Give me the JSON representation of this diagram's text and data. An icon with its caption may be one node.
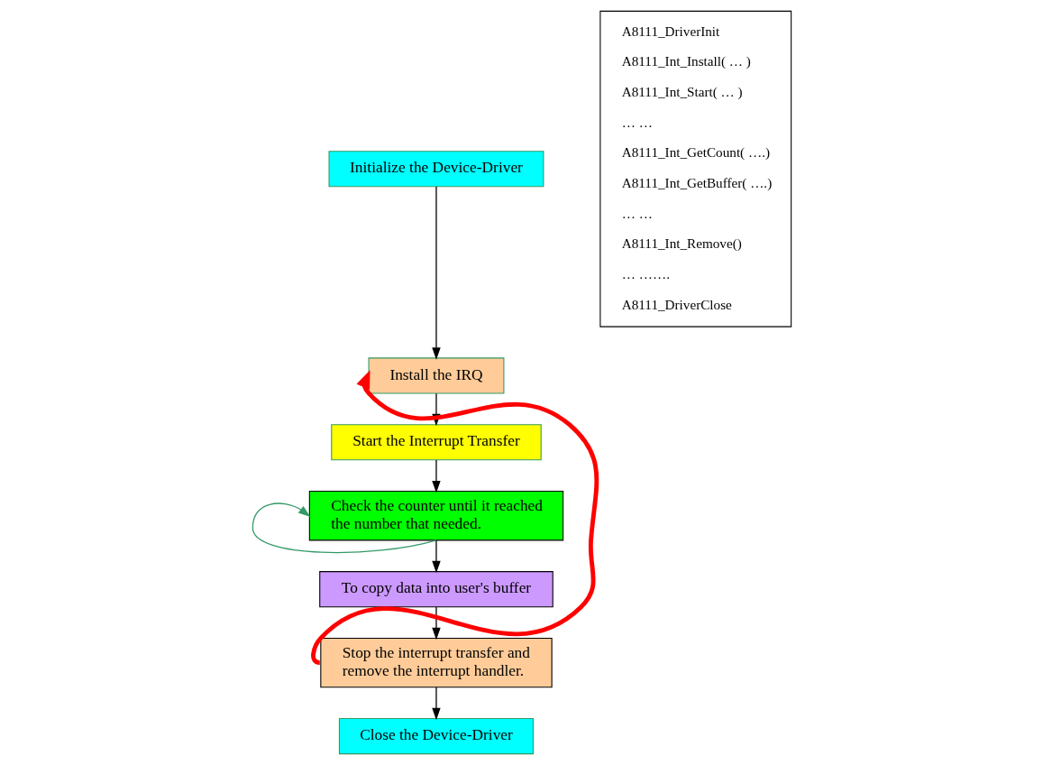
{
  "diagram": {
    "nodes": [
      {
        "text": [
          "Initialize the Device-Driver"
        ]
      },
      {
        "text": [
          "Install the IRQ"
        ]
      },
      {
        "text": [
          "Start the Interrupt Transfer"
        ]
      },
      {
        "text": [
          "Check the counter until it reached the number that needed."
        ]
      },
      {
        "text": [
          "To copy data into user's buffer"
        ]
      },
      {
        "text": [
          "Stop the interrupt transfer and remove the interrupt handler."
        ]
      },
      {
        "text": [
          "Close the Device-Driver"
        ]
      },
      {
        "text": [
          "A8111_DriverInit",
          "A8111_Int_Install( … )",
          "A8111_Int_Start( … )",
          "… …",
          "A8111_Int_GetCount( ….)",
          "A8111_Int_GetBuffer( ….)",
          "… …",
          "A8111_Int_Remove()",
          "… …….",
          "A8111_DriverClose"
        ]
      }
    ],
    "edges": [
      {
        "from": 0,
        "to": 1,
        "arrow": "to"
      },
      {
        "from": 1,
        "to": 2,
        "arrow": "to"
      },
      {
        "from": 2,
        "to": 3,
        "arrow": "to"
      },
      {
        "from": 3,
        "to": 3,
        "arrow": "to",
        "color": "#339966"
      },
      {
        "from": 3,
        "to": 4,
        "arrow": "to"
      },
      {
        "from": 4,
        "to": 5,
        "arrow": "to"
      },
      {
        "from": 5,
        "to": 1,
        "arrow": "to",
        "style": "thick",
        "color": "#ff0000"
      },
      {
        "from": 5,
        "to": 6,
        "arrow": "to"
      }
    ]
  }
}
